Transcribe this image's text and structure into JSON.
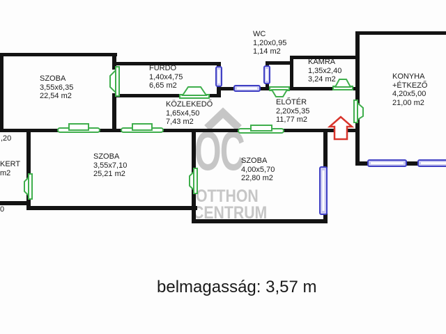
{
  "plan": {
    "rooms": {
      "szoba1": {
        "name": "SZOBA",
        "dim": "3,55x6,35",
        "area": "22,54 m2"
      },
      "furdo": {
        "name": "FÜRDŐ",
        "dim": "1,40x4,75",
        "area": "6,65 m2"
      },
      "wc": {
        "name": "WC",
        "dim": "1,20x0,95",
        "area": "1,14 m2"
      },
      "kamra": {
        "name": "KAMRA",
        "dim": "1,35x2,40",
        "area": "3,24 m2"
      },
      "kozlekedo": {
        "name": "KÖZLEKEDŐ",
        "dim": "1,65x4,50",
        "area": "7,43 m2"
      },
      "eloter": {
        "name": "ELŐTÉR",
        "dim": "2,20x5,35",
        "area": "11,77 m2"
      },
      "konyha": {
        "name": "KONYHA",
        "name2": "+ÉTKEZŐ",
        "dim": "4,20x5,00",
        "area": "21,00 m2"
      },
      "szoba2": {
        "name": "SZOBA",
        "dim": "3,55x7,10",
        "area": "25,21 m2"
      },
      "szoba3": {
        "name": "SZOBA",
        "dim": "4,00x5,70",
        "area": "22,80 m2"
      },
      "kert": {
        "frag_dim": ",20",
        "name": "KERT",
        "frag_area": "m2",
        "frag_other": "0"
      }
    },
    "footer": "belmagasság: 3,57 m",
    "watermark": {
      "logo": "OC",
      "line1": "OTTHON",
      "line2": "CENTRUM"
    },
    "colors": {
      "wall": "#131313",
      "door_green": "#3fae4c",
      "window_stroke": "#4040c4",
      "window_fill": "#c8c8f0",
      "entrance_red": "#d8342c",
      "watermark_grey": "#c6c6c6",
      "text": "#1a1a1a"
    }
  }
}
